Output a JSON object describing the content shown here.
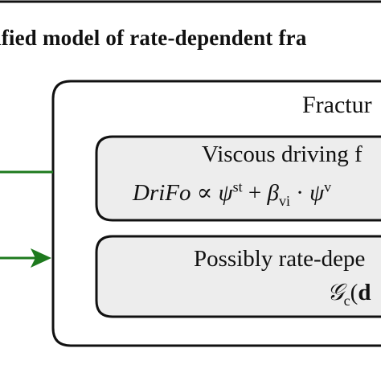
{
  "diagram": {
    "title": "ified model of rate-dependent fra",
    "outer_box_label": "Fractur",
    "box_viscous": {
      "title": "Viscous driving f",
      "formula": {
        "lhs": "DriFo",
        "relation": "∝",
        "psi": "ψ",
        "sup_st": "st",
        "plus": "+",
        "beta": "β",
        "sub_vi": "vi",
        "dot": "·",
        "psi2": "ψ",
        "sup_v": "v"
      }
    },
    "box_rate": {
      "title": "Possibly rate-depe",
      "formula": {
        "symbol": "𝒢",
        "sub_c": "c",
        "paren": "(",
        "arg": "d"
      }
    },
    "colors": {
      "arrow": "#1e7a1e",
      "stroke": "#111111",
      "inner_box_fill": "#ededed"
    }
  }
}
